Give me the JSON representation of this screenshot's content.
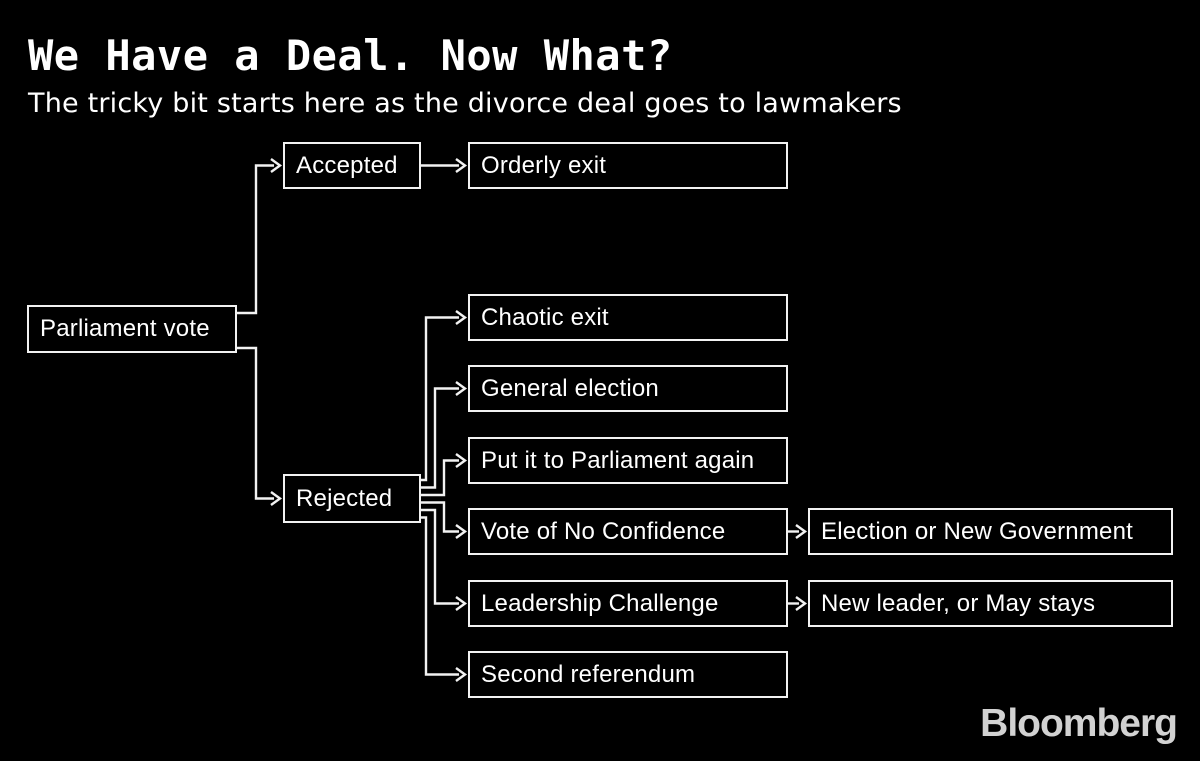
{
  "header": {
    "title": "We Have a Deal. Now What?",
    "subtitle": "The tricky bit starts here as the divorce deal goes to lawmakers"
  },
  "diagram": {
    "type": "flowchart",
    "nodes": {
      "parliament_vote": {
        "label": "Parliament vote"
      },
      "accepted": {
        "label": "Accepted"
      },
      "orderly_exit": {
        "label": "Orderly exit"
      },
      "rejected": {
        "label": "Rejected"
      },
      "chaotic_exit": {
        "label": "Chaotic exit"
      },
      "general_election": {
        "label": "General election"
      },
      "parliament_again": {
        "label": "Put it to Parliament again"
      },
      "no_confidence": {
        "label": "Vote of No Confidence"
      },
      "leadership_challenge": {
        "label": "Leadership Challenge"
      },
      "second_referendum": {
        "label": "Second referendum"
      },
      "election_or_new_government": {
        "label": "Election or New Government"
      },
      "new_leader_or_may_stays": {
        "label": "New leader, or May stays"
      }
    },
    "edges": [
      {
        "from": "parliament_vote",
        "to": "accepted"
      },
      {
        "from": "parliament_vote",
        "to": "rejected"
      },
      {
        "from": "accepted",
        "to": "orderly_exit"
      },
      {
        "from": "rejected",
        "to": "chaotic_exit"
      },
      {
        "from": "rejected",
        "to": "general_election"
      },
      {
        "from": "rejected",
        "to": "parliament_again"
      },
      {
        "from": "rejected",
        "to": "no_confidence"
      },
      {
        "from": "rejected",
        "to": "leadership_challenge"
      },
      {
        "from": "rejected",
        "to": "second_referendum"
      },
      {
        "from": "no_confidence",
        "to": "election_or_new_government"
      },
      {
        "from": "leadership_challenge",
        "to": "new_leader_or_may_stays"
      }
    ]
  },
  "footer": {
    "logo": "Bloomberg"
  },
  "colors": {
    "background": "#000000",
    "line": "#f2f2f2",
    "text": "#ffffff",
    "logo": "#d2d2d2"
  }
}
